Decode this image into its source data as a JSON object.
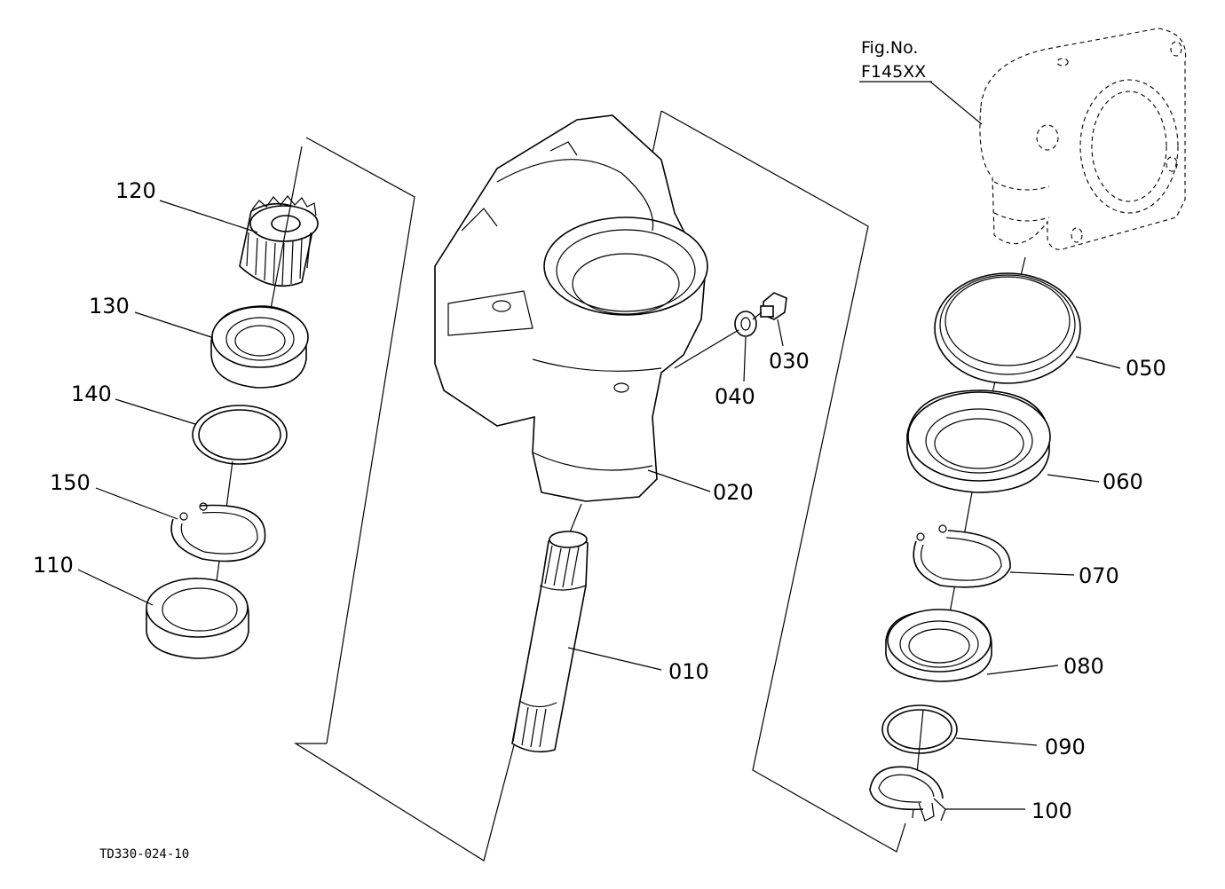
{
  "figure": {
    "fig_no_label": "Fig.No.",
    "fig_no_value": "F145XX",
    "drawing_code": "TD330-024-10"
  },
  "callouts": {
    "p010": "010",
    "p020": "020",
    "p030": "030",
    "p040": "040",
    "p050": "050",
    "p060": "060",
    "p070": "070",
    "p080": "080",
    "p090": "090",
    "p100": "100",
    "p110": "110",
    "p120": "120",
    "p130": "130",
    "p140": "140",
    "p150": "150"
  }
}
